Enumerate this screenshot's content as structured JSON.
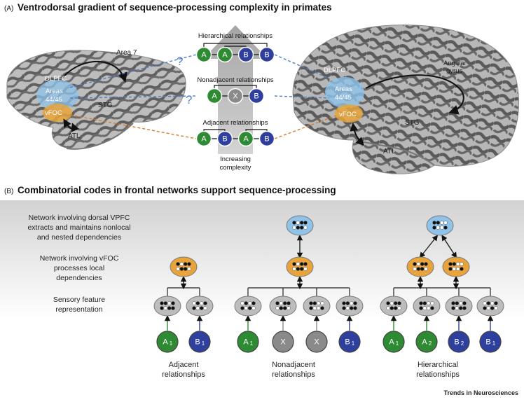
{
  "panel_a": {
    "tag": "(A)",
    "title": "Ventrodorsal gradient of sequence-processing complexity in primates",
    "monkey_labels": {
      "area7": "Area 7",
      "dlpfc": "DLPFC",
      "areas_line1": "Areas",
      "areas_line2": "44/45",
      "vfoc": "vFOC",
      "stg": "STG",
      "atl": "ATL"
    },
    "human_labels": {
      "dlpfc": "DLPFC",
      "areas_line1": "Areas",
      "areas_line2": "44/45",
      "vfoc": "vFOC",
      "angular_line1": "Angular",
      "angular_line2": "gyrus",
      "stg": "STG",
      "atl": "ATL"
    },
    "question_mark": "?",
    "relations": [
      {
        "label": "Hierarchical relationships",
        "nodes": [
          "A",
          "A",
          "B",
          "B"
        ]
      },
      {
        "label": "Nonadjacent relationships",
        "nodes": [
          "A",
          "X",
          "B"
        ]
      },
      {
        "label": "Adjacent relationships",
        "nodes": [
          "A",
          "B",
          "A",
          "B"
        ]
      }
    ],
    "arrow_label_line1": "Increasing",
    "arrow_label_line2": "complexity"
  },
  "panel_b": {
    "tag": "(B)",
    "title": "Combinatorial codes in frontal networks support sequence-processing",
    "side_labels": {
      "dorsal": [
        "Network involving dorsal VPFC",
        "extracts and maintains nonlocal",
        "and nested dependencies"
      ],
      "vfoc": [
        "Network involving vFOC",
        "processes local",
        "dependencies"
      ],
      "sensory": [
        "Sensory feature",
        "representation"
      ]
    },
    "groups": [
      {
        "caption_line1": "Adjacent",
        "caption_line2": "relationships",
        "inputs": [
          {
            "letter": "A",
            "sub": "1"
          },
          {
            "letter": "B",
            "sub": "1"
          }
        ]
      },
      {
        "caption_line1": "Nonadjacent",
        "caption_line2": "relationships",
        "inputs": [
          {
            "letter": "A",
            "sub": "1"
          },
          {
            "letter": "X",
            "sub": ""
          },
          {
            "letter": "X",
            "sub": ""
          },
          {
            "letter": "B",
            "sub": "1"
          }
        ]
      },
      {
        "caption_line1": "Hierarchical",
        "caption_line2": "relationships",
        "inputs": [
          {
            "letter": "A",
            "sub": "1"
          },
          {
            "letter": "A",
            "sub": "2"
          },
          {
            "letter": "B",
            "sub": "2"
          },
          {
            "letter": "B",
            "sub": "1"
          }
        ]
      }
    ]
  },
  "colors": {
    "green": "#2e8b34",
    "blue": "#2f3f9e",
    "gray_node": "#8a8a8a",
    "orange": "#e8a43a",
    "light_blue": "#8fc3ea",
    "cortex_light": "#b9b9b9",
    "cortex_dark": "#5c5c5c"
  },
  "credit": "Trends in Neurosciences"
}
